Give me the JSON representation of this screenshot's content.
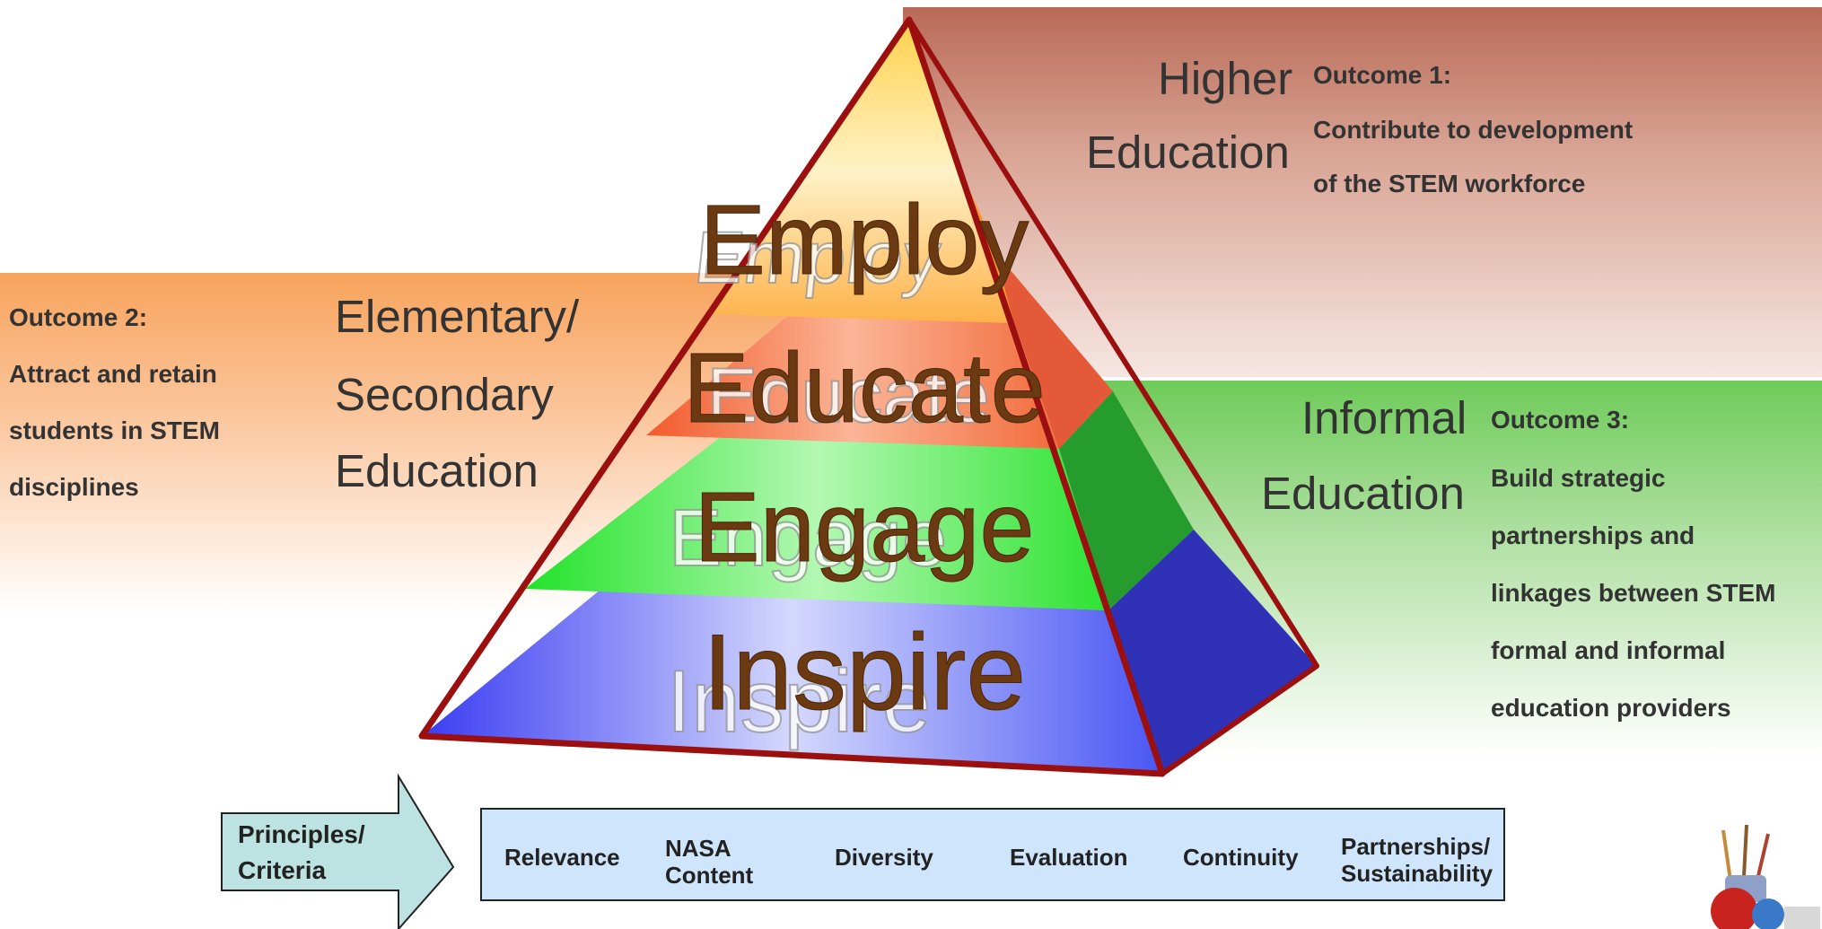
{
  "higher_ed": {
    "label_line1": "Higher",
    "label_line2": "Education",
    "outcome_title": "Outcome 1:",
    "outcome_line1": "Contribute to development",
    "outcome_line2": "of the STEM workforce"
  },
  "elementary": {
    "label_line1": "Elementary/",
    "label_line2": "Secondary",
    "label_line3": "Education",
    "outcome_title": "Outcome 2:",
    "outcome_line1": "Attract and retain",
    "outcome_line2": "students in STEM",
    "outcome_line3": "disciplines"
  },
  "informal": {
    "label_line1": "Informal",
    "label_line2": "Education",
    "outcome_title": "Outcome 3:",
    "outcome_line1": "Build strategic",
    "outcome_line2": "partnerships and",
    "outcome_line3": "linkages between STEM",
    "outcome_line4": "formal and informal",
    "outcome_line5": "education providers"
  },
  "pyramid": {
    "levels": [
      "Employ",
      "Educate",
      "Engage",
      "Inspire"
    ],
    "colors": {
      "employ": "#fdb24a",
      "educate": "#f26b3c",
      "engage": "#34e43a",
      "inspire": "#4452f2",
      "outline": "#9b0f0f",
      "label": "#6b3a12"
    }
  },
  "criteria": {
    "arrow_line1": "Principles/",
    "arrow_line2": "Criteria",
    "items": [
      "Relevance",
      "NASA Content",
      "Diversity",
      "Evaluation",
      "Continuity",
      "Partnerships/ Sustainability"
    ],
    "nasa_line1": "NASA",
    "nasa_line2": "Content",
    "partner_line1": "Partnerships/",
    "partner_line2": "Sustainability"
  },
  "icons": {
    "decoration": "apple-books-icon"
  }
}
